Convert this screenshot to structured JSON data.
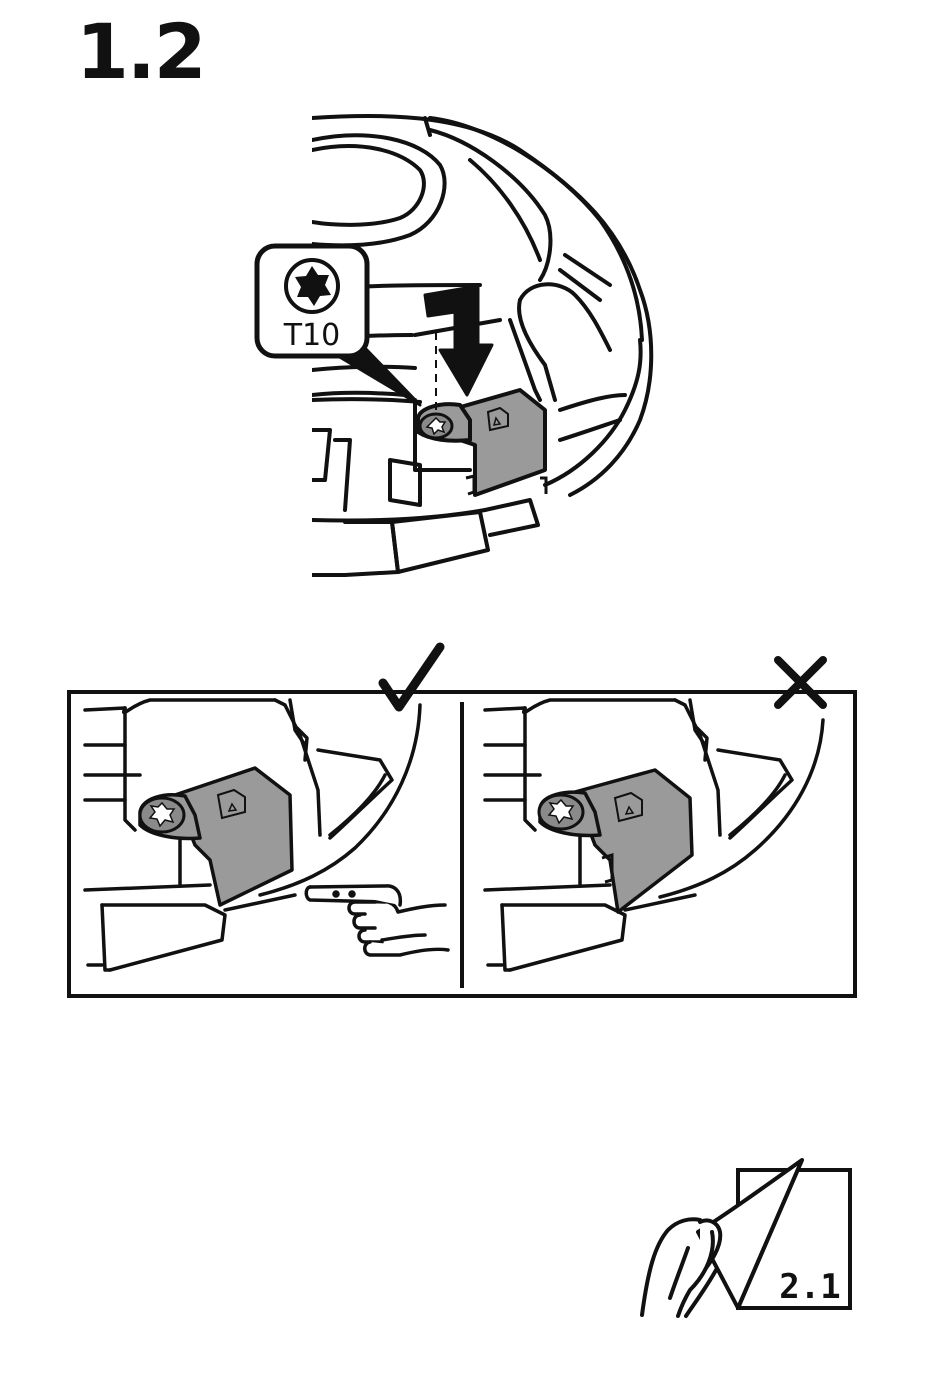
{
  "step": {
    "number": "1.2"
  },
  "tool": {
    "label": "T10",
    "icon": "torx-bit-icon"
  },
  "comparison": {
    "correct_icon": "check-mark-icon",
    "incorrect_icon": "cross-mark-icon"
  },
  "next_step": {
    "label": "2.1",
    "icon": "page-turn-icon"
  },
  "colors": {
    "ink": "#111111",
    "bracket_fill": "#9a9a9a",
    "background": "#ffffff"
  }
}
